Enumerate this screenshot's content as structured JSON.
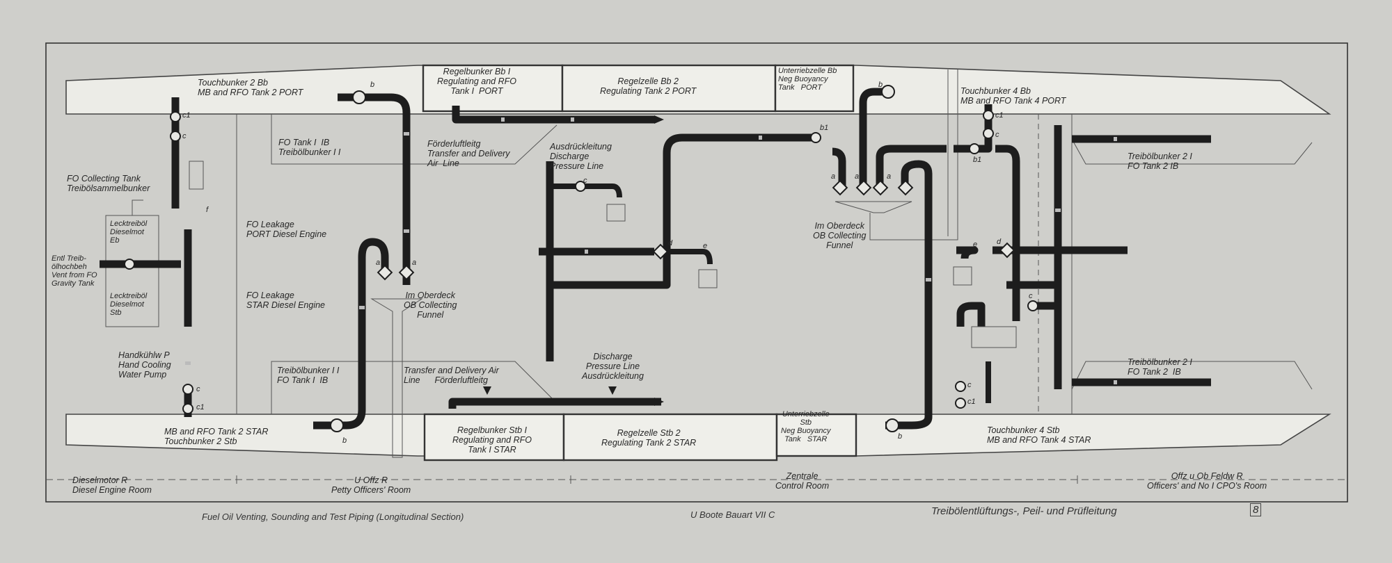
{
  "labels": {
    "tb2bb": "Touchbunker 2 Bb\nMB and RFO Tank 2 PORT",
    "rb_bb1": "Regelbunker Bb I\nRegulating and RFO\nTank I  PORT",
    "rz_bb2": "Regelzelle Bb 2\nRegulating Tank 2 PORT",
    "utz_bb": "Unterriebzelle Bb\nNeg Buoyancy\nTank   PORT",
    "tb4bb": "Touchbunker 4 Bb\nMB and RFO Tank 4 PORT",
    "fo1ib_top": "FO Tank I  IB\nTreibölbunker I I",
    "fo_collect": "FO Collecting Tank\nTreibölsammelbunker",
    "leck_eb": "Lecktreiböl\nDieselmot\nEb",
    "entl": "Entl Treib-\nölhochbeh\nVent from FO\nGravity Tank",
    "leck_stb": "Lecktreiböl\nDieselmot\nStb",
    "handk": "Handkühlw P\nHand Cooling\nWater Pump",
    "fo_leak_port": "FO Leakage\nPORT Diesel Engine",
    "fo_leak_star": "FO Leakage\nSTAR Diesel Engine",
    "ford_top": "Förderluftleitg\nTransfer and Delivery\nAir  Line",
    "ausd_top": "Ausdrückleitung\nDischarge\nPressure Line",
    "ob_funnel_l": "Im Oberdeck\nOB Collecting\nFunnel",
    "ob_funnel_r": "Im Oberdeck\nOB Collecting\nFunnel",
    "fo2ib_top": "Treibölbunker 2 I\nFO Tank 2 IB",
    "tb_ii_low": "Treibölbunker I I\nFO Tank I  IB",
    "trans_low": "Transfer and Delivery Air\nLine      Förderluftleitg",
    "disc_low": "Discharge\nPressure Line\nAusdrückleitung",
    "fo2ib_low": "Treibölbunker 2 I\nFO Tank 2  IB",
    "tb2stb": "MB and RFO Tank 2 STAR\nTouchbunker 2 Stb",
    "rb_stb1": "Regelbunker Stb I\nRegulating and RFO\nTank I STAR",
    "rz_stb2": "Regelzelle Stb 2\nRegulating Tank 2 STAR",
    "utz_stb": "Unterriebzelle\nStb\nNeg Buoyancy\nTank   STAR",
    "tb4stb": "Touchbunker 4 Stb\nMB and RFO Tank 4 STAR"
  },
  "valve_marks": {
    "c": "c",
    "c1": "c1",
    "b": "b",
    "b1": "b1",
    "a": "a",
    "d": "d",
    "e": "e",
    "f": "f"
  },
  "rooms": {
    "diesel": "Dieselmotor R\nDiesel Engine Room",
    "uoffz": "U Offz R\nPetty Officers' Room",
    "zentrale": "Zentrale\nControl Room",
    "offz": "Offz u Ob Feldw R\nOfficers' and No I CPO's Room"
  },
  "caption": {
    "left": "Fuel Oil Venting, Sounding and Test Piping (Longitudinal Section)",
    "middle": "U Boote Bauart VII C",
    "right": "Treibölentlüftungs-, Peil- und Prüfleitung",
    "page": "8"
  },
  "colors": {
    "paper": "#cfcfcb",
    "ink": "#1d1d1d",
    "tank": "#f2f2ee"
  }
}
